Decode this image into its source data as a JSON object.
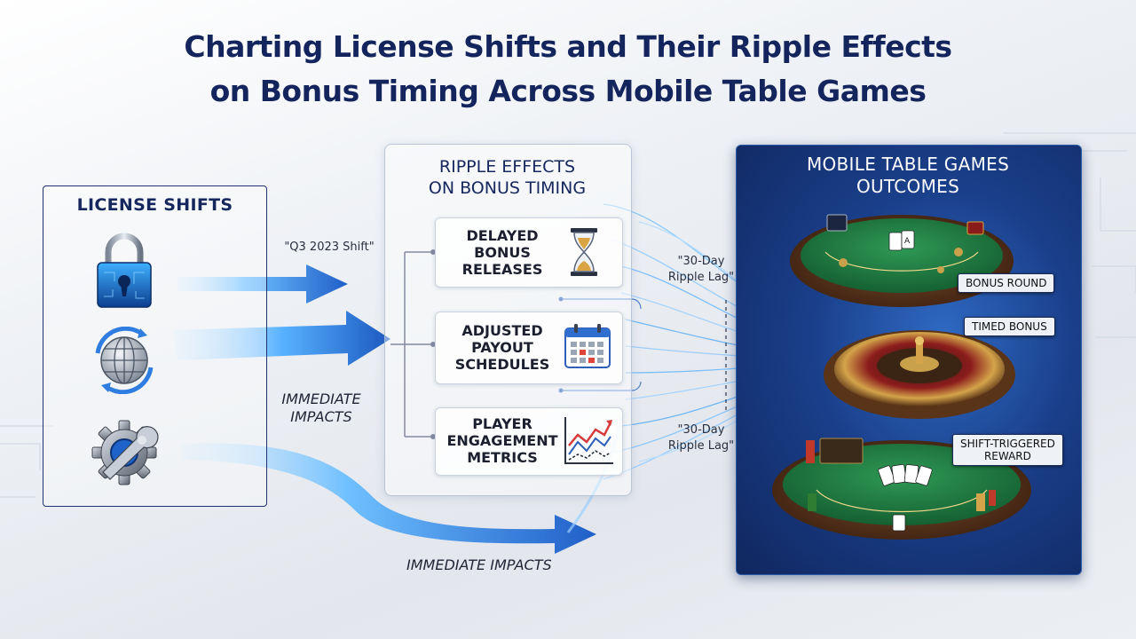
{
  "title": {
    "line1": "Charting License Shifts and Their Ripple Effects",
    "line2": "on Bonus Timing Across Mobile Table Games"
  },
  "license_shifts": {
    "heading": "LICENSE SHIFTS",
    "icons": [
      "padlock-icon",
      "globe-icon",
      "gear-wrench-icon"
    ]
  },
  "annotations": {
    "q3_shift": "\"Q3 2023 Shift\"",
    "immediate_impacts_1_line1": "IMMEDIATE",
    "immediate_impacts_1_line2": "IMPACTS",
    "immediate_impacts_2": "IMMEDIATE IMPACTS",
    "lag_top_line1": "\"30-Day",
    "lag_top_line2": "Ripple Lag\"",
    "lag_bottom_line1": "\"30-Day",
    "lag_bottom_line2": "Ripple Lag\""
  },
  "ripple_effects": {
    "heading_line1": "RIPPLE EFFECTS",
    "heading_line2": "ON BONUS TIMING",
    "items": [
      {
        "line1": "DELAYED",
        "line2": "BONUS",
        "line3": "RELEASES",
        "icon": "hourglass-icon"
      },
      {
        "line1": "ADJUSTED",
        "line2": "PAYOUT",
        "line3": "SCHEDULES",
        "icon": "calendar-icon"
      },
      {
        "line1": "PLAYER",
        "line2": "ENGAGEMENT",
        "line3": "METRICS",
        "icon": "line-chart-icon"
      }
    ]
  },
  "outcomes": {
    "heading_line1": "MOBILE TABLE GAMES",
    "heading_line2": "OUTCOMES",
    "tags": [
      "BONUS ROUND",
      "TIMED BONUS",
      "SHIFT-TRIGGERED\nREWARD"
    ],
    "tag_line1": "SHIFT-TRIGGERED",
    "tag_line2": "REWARD"
  },
  "colors": {
    "navy": "#14245c",
    "arrow_blue": "#1f6fd6",
    "arrow_light": "#7cc6ff",
    "panel_blue": "#1a3f8a"
  }
}
